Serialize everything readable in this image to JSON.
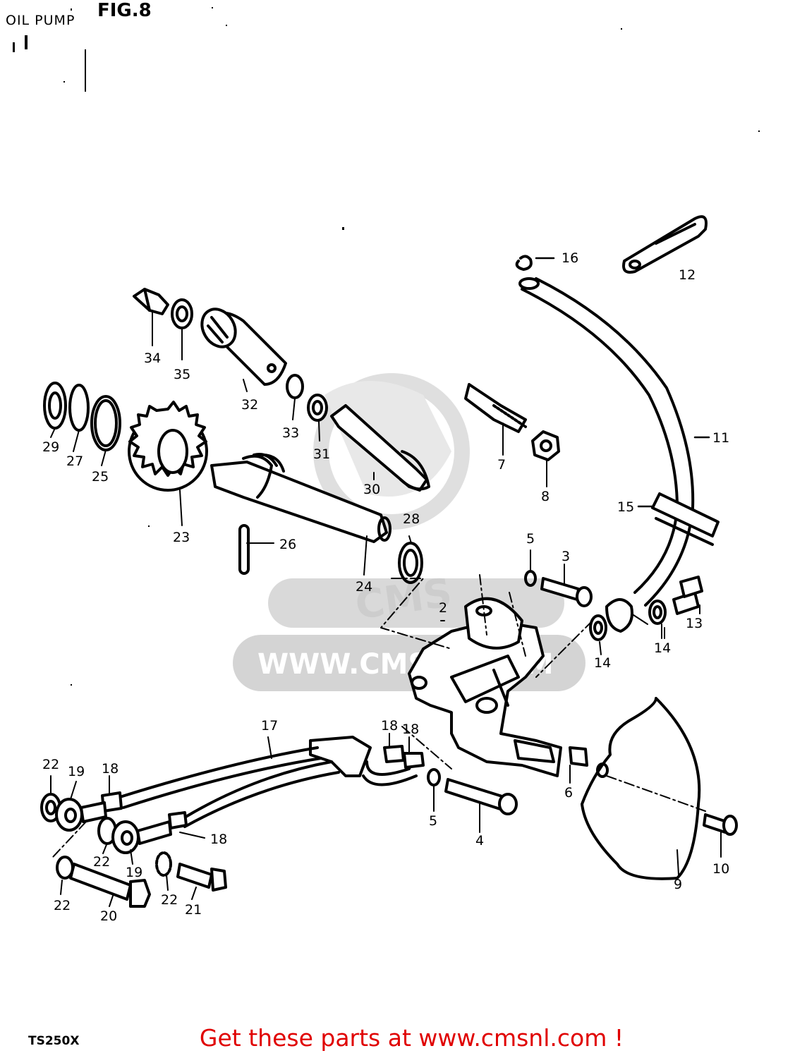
{
  "header": {
    "title": "OIL PUMP",
    "figure": "FIG.8"
  },
  "model": "TS250X",
  "banner": "Get these parts at www.cmsnl.com !",
  "watermark": {
    "text": "WWW.CMSNL.COM",
    "logo_text": "CMS"
  },
  "part_labels": [
    "2",
    "3",
    "4",
    "5",
    "5",
    "6",
    "7",
    "8",
    "9",
    "10",
    "11",
    "12",
    "13",
    "14",
    "14",
    "15",
    "16",
    "17",
    "18",
    "18",
    "18",
    "18",
    "19",
    "19",
    "20",
    "21",
    "22",
    "22",
    "22",
    "22",
    "23",
    "24",
    "25",
    "26",
    "27",
    "28",
    "29",
    "30",
    "31",
    "32",
    "33",
    "34",
    "35"
  ],
  "colors": {
    "banner": "#e00000",
    "ink": "#000000",
    "watermark": "#d9d9d9"
  }
}
